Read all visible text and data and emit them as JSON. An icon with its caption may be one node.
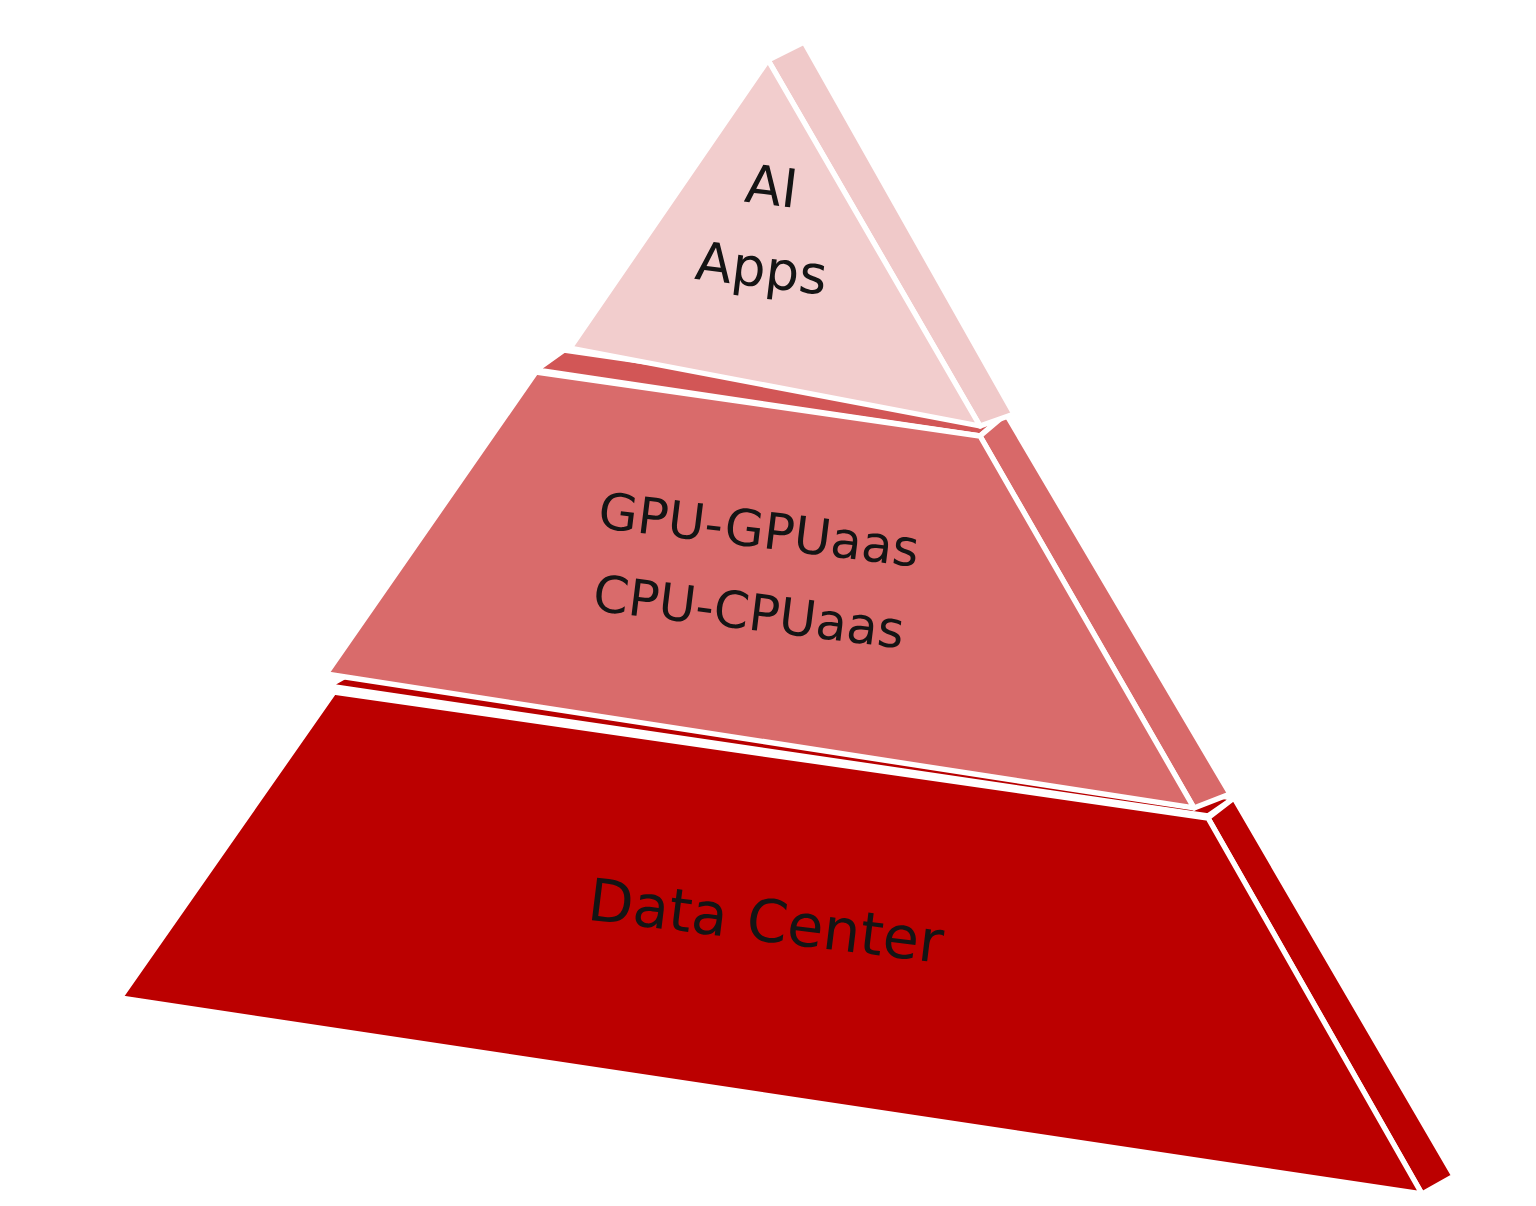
{
  "diagram": {
    "nodes": [
      {
        "text": [
          "AI Apps"
        ]
      },
      {
        "text": [
          "GPU-GPUaas",
          "CPU-CPUaas"
        ]
      },
      {
        "text": [
          "Data Center"
        ]
      }
    ]
  }
}
